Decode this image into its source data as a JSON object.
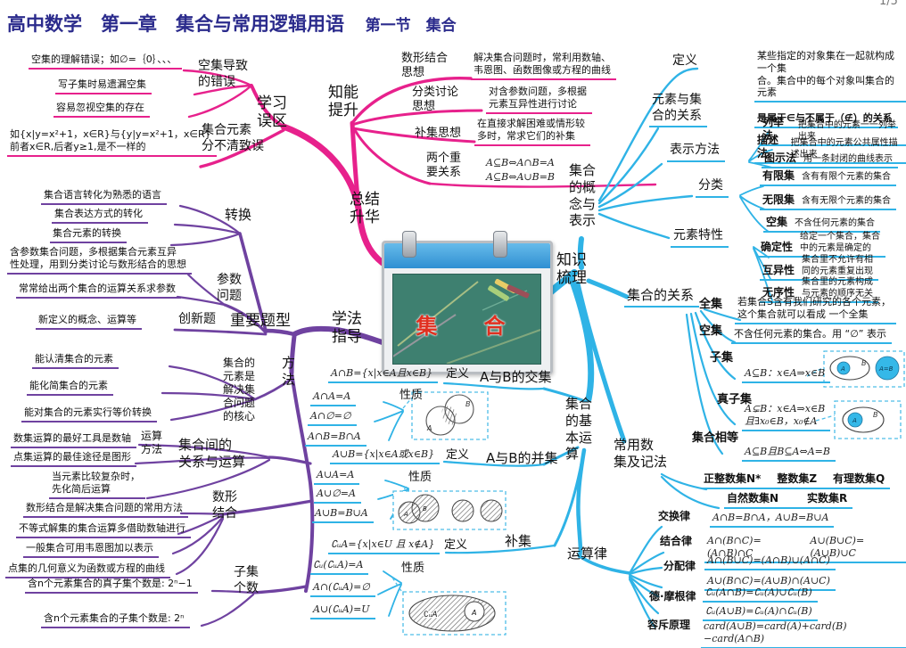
{
  "page": {
    "title": "高中数学　第一章　集合与常用逻辑用语",
    "section": "第一节　集合",
    "page_indicator": "1/5"
  },
  "center": {
    "caption": "集　合"
  },
  "colors": {
    "pink": "#e7218c",
    "purple": "#6f42a0",
    "cyan": "#2fb3e6",
    "title_navy": "#2b2b8c",
    "board_green": "#3e8070",
    "caption_red": "#e03020"
  },
  "mistakes": {
    "label": "学习\n误区",
    "empty_set": {
      "label": "空集导致\n的错误",
      "items": [
        "空集的理解错误；如∅=｛0｝、、、",
        "写子集时易遗漏空集",
        "容易忽视空集的存在"
      ]
    },
    "confusion": {
      "label": "集合元素\n分不清致误",
      "desc": "如{x|y=x²+1，x∈R}与{y|y=x²+1，x∈R}\n前者x∈R,后者y≥1,是不一样的"
    }
  },
  "improve": {
    "label": "知能\n提升",
    "shuxing": {
      "label": "数形结合\n思想",
      "desc": "解决集合问题时，常利用数轴、\n韦恩图、函数图像或方程的曲线"
    },
    "fenlei": {
      "label": "分类讨论\n思想",
      "desc": "对含参数问题，多根据\n元素互异性进行讨论"
    },
    "buji": {
      "label": "补集思想",
      "desc": "在直接求解困难或情形较\n多时，常求它们的补集"
    },
    "guanxi": {
      "label": "两个重\n要关系",
      "f1": "A⊆B⇔A∩B=A",
      "f2": "A⊆B⇔A∪B=B"
    }
  },
  "summary": {
    "label": "总结\n升华"
  },
  "guidance": {
    "label": "学法\n指导",
    "types": {
      "label": "重要题型",
      "transform": {
        "label": "转换",
        "items": [
          "集合语言转化为熟悉的语言",
          "集合表达方式的转化",
          "集合元素的转换"
        ]
      },
      "param": {
        "label": "参数\n问题",
        "items": [
          "含参数集合问题，多根据集合元素互异\n性处理，用到分类讨论与数形结合的思想",
          "常常给出两个集合的运算关系求参数"
        ]
      },
      "innovation": {
        "label": "创新题",
        "desc": "新定义的概念、运算等"
      }
    },
    "methods": {
      "label": "方\n法",
      "core": {
        "label": "集合的\n元素是\n解决集\n合问题\n的核心",
        "items": [
          "能认清集合的元素",
          "能化简集合的元素",
          "能对集合的元素实行等价转换"
        ]
      },
      "relation_ops": {
        "label": "集合间的\n关系与运算",
        "op_method": {
          "label": "运算\n方法",
          "items": [
            "数集运算的最好工具是数轴",
            "点集运算的最佳途径是图形"
          ]
        },
        "simplify": "当元素比较复杂时，\n先化简后运算"
      },
      "shape": {
        "label": "数形\n结合",
        "items": [
          "数形结合是解决集合问题的常用方法",
          "不等式解集的集合运算多借助数轴进行",
          "一般集合可用韦恩图加以表示",
          "点集的几何意义为函数或方程的曲线"
        ]
      },
      "subset_count": {
        "label": "子集\n个数",
        "items": [
          "含n个元素集合的真子集个数是: 2ⁿ−1",
          "含n个元素集合的子集个数是: 2ⁿ"
        ]
      }
    }
  },
  "knowledge": {
    "label": "知识\n梳理",
    "concept": {
      "label": "集合\n的概\n念与\n表示",
      "definition": {
        "label": "定义",
        "desc": "某些指定的对象集在一起就构成一个集\n合。集合中的每个对象叫集合的元素"
      },
      "membership": {
        "label": "元素与集\n合的关系",
        "desc": "是属于∈与不属于（∉）的关系"
      },
      "repr": {
        "label": "表示方法",
        "items": [
          {
            "name": "列举法",
            "desc": "把集合中的元素一一列举出来"
          },
          {
            "name": "描述法",
            "desc": "把集合中的元素公共属性描述出来"
          },
          {
            "name": "图示法",
            "desc": "用一条封闭的曲线表示"
          }
        ]
      },
      "classify": {
        "label": "分类",
        "items": [
          {
            "name": "有限集",
            "desc": "含有有限个元素的集合"
          },
          {
            "name": "无限集",
            "desc": "含有无限个元素的集合"
          },
          {
            "name": "空集",
            "desc": "不含任何元素的集合"
          }
        ]
      },
      "props": {
        "label": "元素特性",
        "items": [
          {
            "name": "确定性",
            "desc": "给定一个集合，集合\n中的元素是确定的"
          },
          {
            "name": "互异性",
            "desc": "集合里不允许有相\n同的元素重复出现"
          },
          {
            "name": "无序性",
            "desc": "集合里的元素构成\n与元素的顺序无关"
          }
        ]
      }
    },
    "relations": {
      "label": "集合的关系",
      "quanji": {
        "name": "全集",
        "desc": "若集合S含有我们研究的各个元素，\n这个集合就可以看成 一个全集"
      },
      "kongji": {
        "name": "空集",
        "desc": "不含任何元素的集合。用 “∅” 表示"
      },
      "ziji": {
        "name": "子集",
        "formula": "A⊆B：x∈A⇒x∈B",
        "venn": {
          "a": "A",
          "b": "B",
          "ab": "A=B"
        }
      },
      "zhenziji": {
        "name": "真子集",
        "formula": "A⊊B：x∈A⇒x∈B\n且∃x₀∈B，x₀∉A",
        "venn": {
          "a": "A",
          "b": "B"
        }
      },
      "xiangdeng": {
        "name": "集合相等",
        "formula": "A⊆B且B⊆A⇔A=B"
      }
    },
    "numsets": {
      "label": "常用数\n集及记法",
      "row1": [
        "正整数集N*",
        "整数集Z",
        "有理数集Q"
      ],
      "row2": [
        "自然数集N",
        "实数集R"
      ]
    },
    "laws": {
      "label": "运算律",
      "jiaohuan": {
        "name": "交换律",
        "f1": "A∩B=B∩A，A∪B=B∪A"
      },
      "jiehe": {
        "name": "结合律",
        "f1": "A∩(B∩C)=(A∩B)∩C",
        "f2": "A∪(B∪C)=(A∪B)∪C"
      },
      "fenpei": {
        "name": "分配律",
        "f1": "A∩(B∪C)=(A∩B)∪(A∩C)",
        "f2": "A∪(B∩C)=(A∪B)∩(A∪C)"
      },
      "demorgan": {
        "name": "德·摩根律",
        "f1": "∁ᵤ(A∩B)=∁ᵤ(A)∪∁ᵤ(B)",
        "f2": "∁ᵤ(A∪B)=∁ᵤ(A)∩∁ᵤ(B)"
      },
      "rongchi": {
        "name": "容斥原理",
        "f1": "card(A∪B)=card(A)+card(B)−card(A∩B)"
      }
    }
  },
  "ops": {
    "label": "集合\n的基\n本运\n算",
    "inter": {
      "label": "A与B的交集",
      "def_label": "定义",
      "formula": "A∩B={x|x∈A且x∈B}",
      "prop_label": "性质",
      "p1": "A∩A=A",
      "p2": "A∩∅=∅",
      "p3": "A∩B=B∩A",
      "venn": {
        "a": "A",
        "b": "B"
      }
    },
    "union": {
      "label": "A与B的并集",
      "def_label": "定义",
      "formula": "A∪B={x|x∈A或x∈B}",
      "prop_label": "性质",
      "p1": "A∪A=A",
      "p2": "A∪∅=A",
      "p3": "A∪B=B∪A",
      "venn": {
        "a": "A",
        "b": "B"
      }
    },
    "comp": {
      "label": "补集",
      "def_label": "定义",
      "formula": "∁ᵤA={x|x∈U 且 x∉A}",
      "prop_label": "性质",
      "p1": "∁ᵤ(∁ᵤA)=A",
      "p2": "A∩(∁ᵤA)=∅",
      "p3": "A∪(∁ᵤA)=U",
      "venn": {
        "cua": "∁ᵤA",
        "a": "A"
      }
    }
  }
}
